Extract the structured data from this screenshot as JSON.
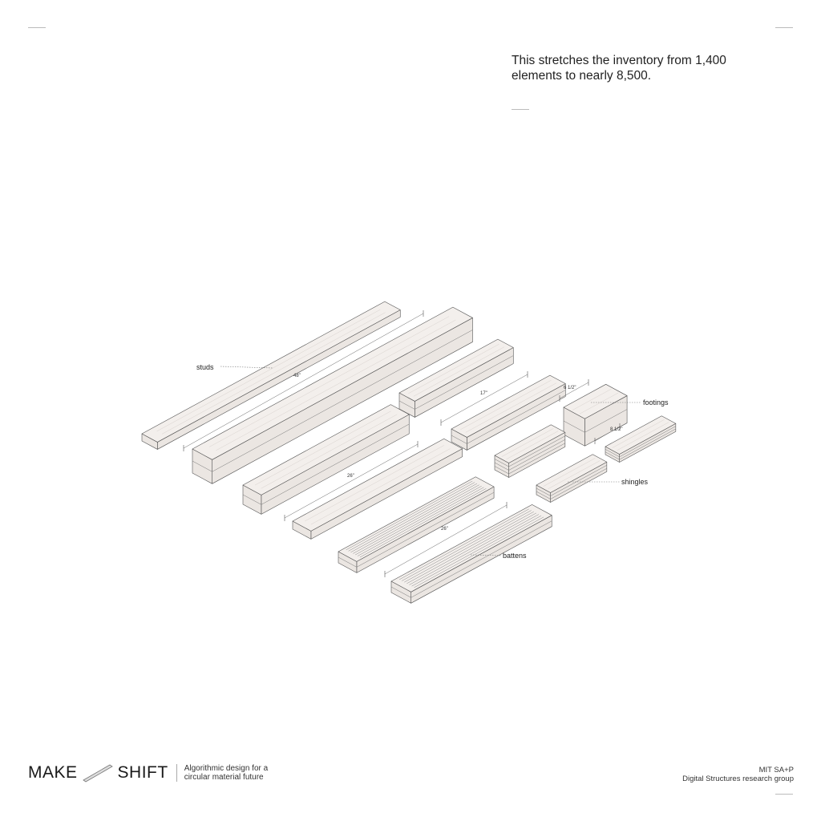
{
  "headline": "This stretches the inventory from 1,400 elements to nearly 8,500.",
  "labels": {
    "studs": "studs",
    "footings": "footings",
    "shingles": "shingles",
    "battens": "battens"
  },
  "dimensions": {
    "d48": "48\"",
    "d26a": "26\"",
    "d26b": "26\"",
    "d17": "17\"",
    "d6half": "6 1/2\"",
    "d8half": "8 1/2\""
  },
  "footer": {
    "logo_left": "MAKE",
    "logo_right": "SHIFT",
    "tagline_line1": "Algorithmic design for a",
    "tagline_line2": "circular material future",
    "credit_line1": "MIT SA+P",
    "credit_line2": "Digital Structures research group"
  },
  "colors": {
    "wood_top": "#f3efec",
    "wood_side": "#ebe6e2",
    "stroke": "#555555"
  }
}
